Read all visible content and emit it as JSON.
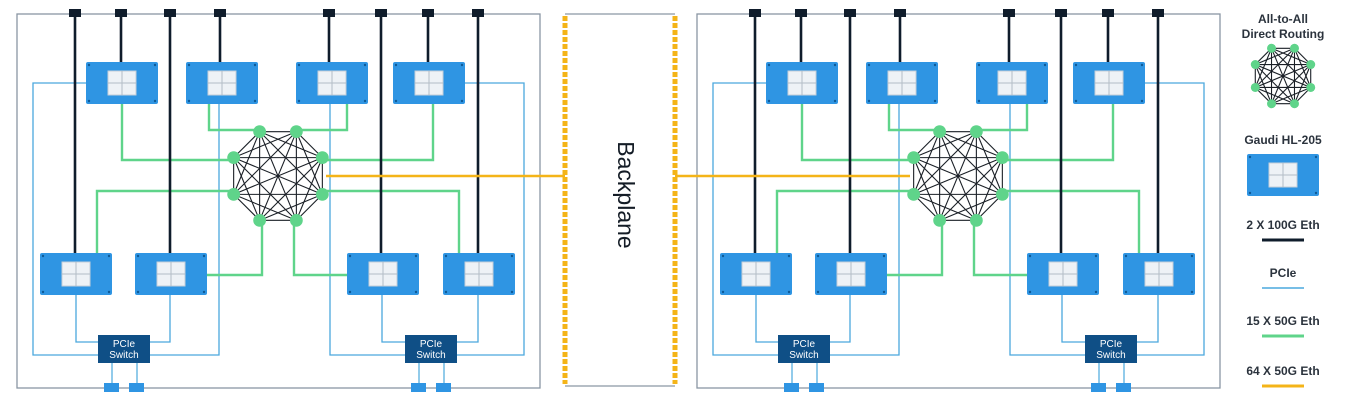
{
  "colors": {
    "background": "#ffffff",
    "system_border": "#8a96a3",
    "eth_2x100g": "#0f1c2b",
    "pcie": "#4aa8dd",
    "eth_15x50g": "#5fd48a",
    "eth_64x50g": "#f4b418",
    "gaudi_fill": "#2f95e3",
    "gaudi_chip": "#eef2f6",
    "pcie_switch_fill": "#0f4f86",
    "connector_fill": "#2f95e3",
    "backplane_text": "#141c26",
    "legend_text": "#2b333d"
  },
  "backplane": {
    "label": "Backplane"
  },
  "systems": [
    {
      "name": "left-system",
      "pcie_switches": [
        {
          "label_line1": "PCIe",
          "label_line2": "Switch"
        },
        {
          "label_line1": "PCIe",
          "label_line2": "Switch"
        }
      ]
    },
    {
      "name": "right-system",
      "pcie_switches": [
        {
          "label_line1": "PCIe",
          "label_line2": "Switch"
        },
        {
          "label_line1": "PCIe",
          "label_line2": "Switch"
        }
      ]
    }
  ],
  "legend": {
    "routing_title_line1": "All-to-All",
    "routing_title_line2": "Direct Routing",
    "gaudi_label": "Gaudi HL-205",
    "eth_2x100g_label": "2 X 100G Eth",
    "pcie_label": "PCIe",
    "eth_15x50g_label": "15 X 50G Eth",
    "eth_64x50g_label": "64 X 50G Eth"
  }
}
